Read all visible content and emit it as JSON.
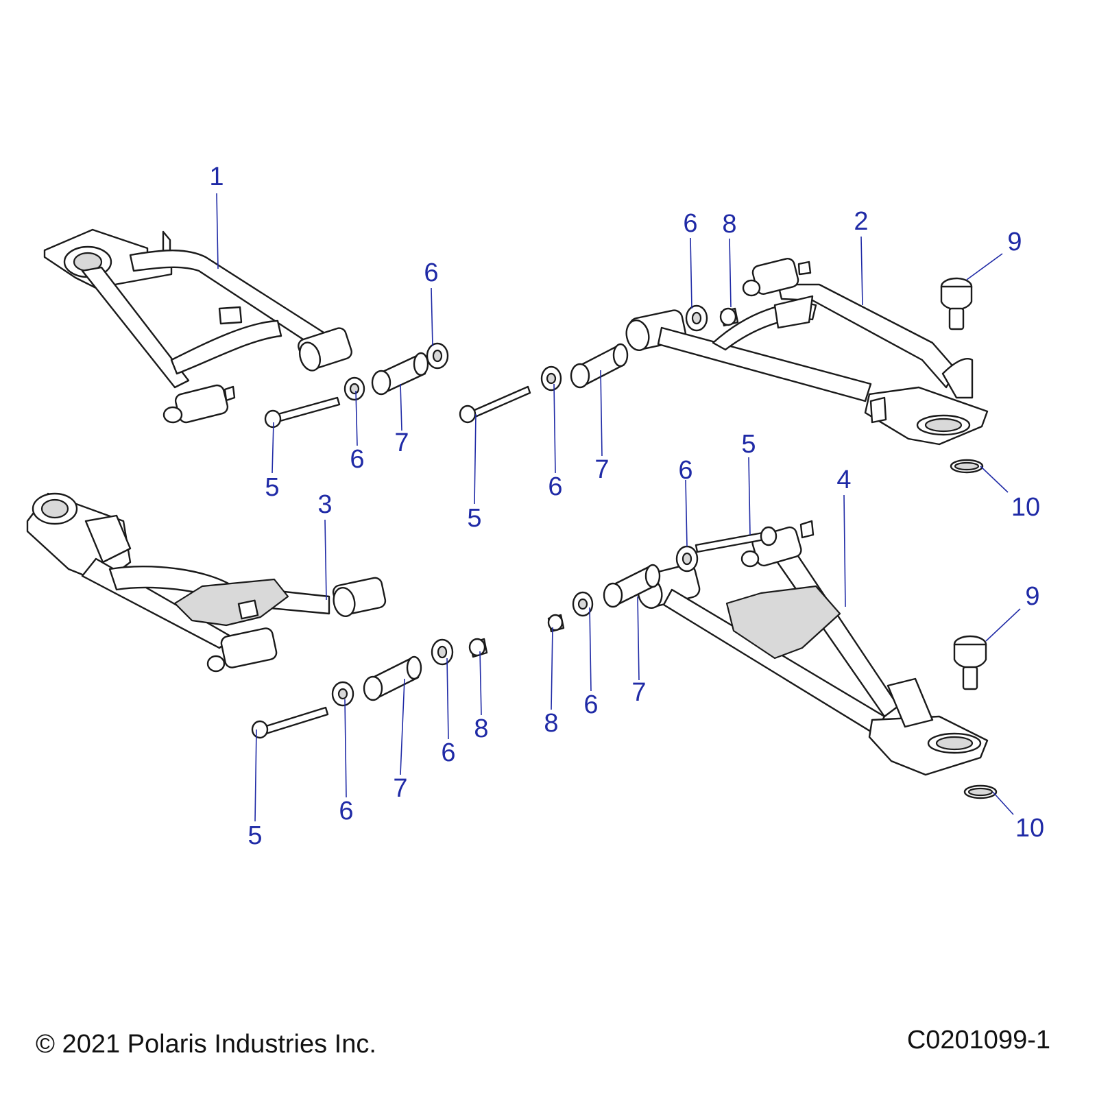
{
  "callouts": [
    {
      "id": "c1",
      "label": "1"
    },
    {
      "id": "c2",
      "label": "2"
    },
    {
      "id": "c3",
      "label": "3"
    },
    {
      "id": "c4",
      "label": "4"
    },
    {
      "id": "c5a",
      "label": "5"
    },
    {
      "id": "c5b",
      "label": "5"
    },
    {
      "id": "c5c",
      "label": "5"
    },
    {
      "id": "c5d",
      "label": "5"
    },
    {
      "id": "c6a",
      "label": "6"
    },
    {
      "id": "c6b",
      "label": "6"
    },
    {
      "id": "c6c",
      "label": "6"
    },
    {
      "id": "c6d",
      "label": "6"
    },
    {
      "id": "c6e",
      "label": "6"
    },
    {
      "id": "c6f",
      "label": "6"
    },
    {
      "id": "c6g",
      "label": "6"
    },
    {
      "id": "c6h",
      "label": "6"
    },
    {
      "id": "c7a",
      "label": "7"
    },
    {
      "id": "c7b",
      "label": "7"
    },
    {
      "id": "c7c",
      "label": "7"
    },
    {
      "id": "c7d",
      "label": "7"
    },
    {
      "id": "c8a",
      "label": "8"
    },
    {
      "id": "c8b",
      "label": "8"
    },
    {
      "id": "c8c",
      "label": "8"
    },
    {
      "id": "c9a",
      "label": "9"
    },
    {
      "id": "c9b",
      "label": "9"
    },
    {
      "id": "c10a",
      "label": "10"
    },
    {
      "id": "c10b",
      "label": "10"
    }
  ],
  "footer": {
    "copyright": "© 2021 Polaris Industries Inc.",
    "drawing_number": "C0201099-1"
  },
  "colors": {
    "callout": "#1f2aa6",
    "line_art": "#1a1a1a",
    "background": "#ffffff"
  }
}
